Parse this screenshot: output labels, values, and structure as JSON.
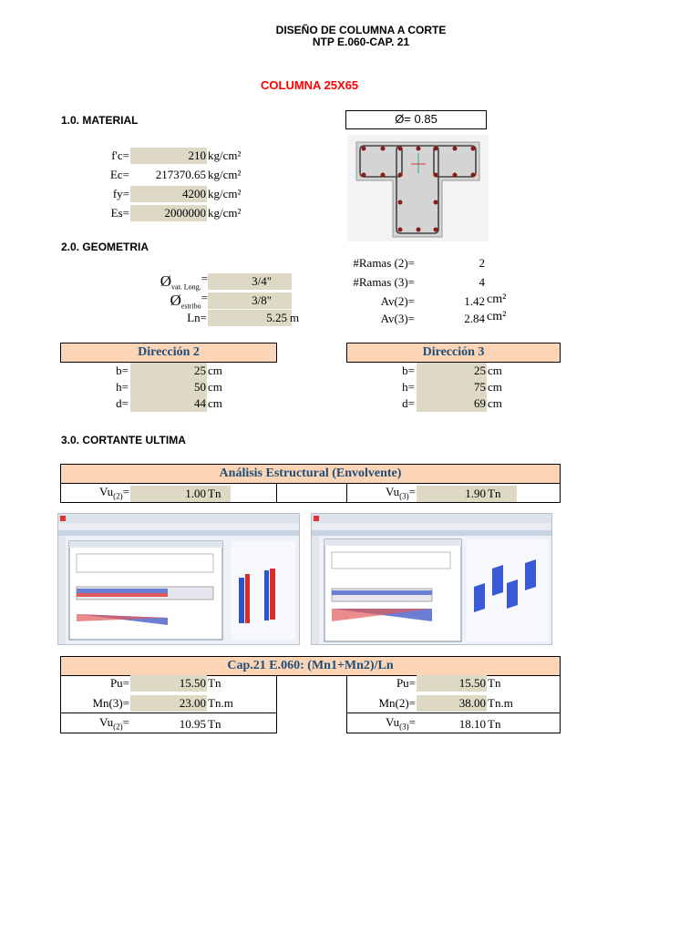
{
  "header": {
    "title1": "DISEÑO DE COLUMNA A CORTE",
    "title2": "NTP E.060-CAP. 21",
    "column_name": "COLUMNA 25X65"
  },
  "material": {
    "heading": "1.0. MATERIAL",
    "phi": "Ø= 0.85",
    "rows": [
      {
        "label": "f'c=",
        "value": "210",
        "unit": "kg/cm²"
      },
      {
        "label": "Ec=",
        "value": "217370.65",
        "unit": "kg/cm²"
      },
      {
        "label": "fy=",
        "value": "4200",
        "unit": "kg/cm²"
      },
      {
        "label": "Es=",
        "value": "2000000",
        "unit": "kg/cm²"
      }
    ]
  },
  "geometria": {
    "heading": "2.0. GEOMETRIA",
    "phi_long": {
      "symbol": "Ø",
      "sub": "var. Long.",
      "eq": "=",
      "value": "3/4\""
    },
    "phi_estribo": {
      "symbol": "Ø",
      "sub": "estribo",
      "eq": "=",
      "value": "3/8\""
    },
    "ln": {
      "label": "Ln=",
      "value": "5.25",
      "unit": "m"
    },
    "ramas2": {
      "label": "#Ramas (2)=",
      "value": "2"
    },
    "ramas3": {
      "label": "#Ramas (3)=",
      "value": "4"
    },
    "av2": {
      "label": "Av(2)=",
      "value": "1.42",
      "unit": "cm²"
    },
    "av3": {
      "label": "Av(3)=",
      "value": "2.84",
      "unit": "cm²"
    }
  },
  "direccion2": {
    "title": "Dirección 2",
    "rows": [
      {
        "label": "b=",
        "value": "25",
        "unit": "cm"
      },
      {
        "label": "h=",
        "value": "50",
        "unit": "cm"
      },
      {
        "label": "d=",
        "value": "44",
        "unit": "cm"
      }
    ]
  },
  "direccion3": {
    "title": "Dirección 3",
    "rows": [
      {
        "label": "b=",
        "value": "25",
        "unit": "cm"
      },
      {
        "label": "h=",
        "value": "75",
        "unit": "cm"
      },
      {
        "label": "d=",
        "value": "69",
        "unit": "cm"
      }
    ]
  },
  "cortante": {
    "heading": "3.0. CORTANTE ULTIMA",
    "analysis_title": "Análisis Estructural (Envolvente)",
    "vu2": {
      "label": "Vu",
      "sub": "(2)",
      "eq": "=",
      "value": "1.00",
      "unit": "Tn"
    },
    "vu3": {
      "label": "Vu",
      "sub": "(3)",
      "eq": "=",
      "value": "1.90",
      "unit": "Tn"
    }
  },
  "cap21": {
    "title": "Cap.21 E.060: (Mn1+Mn2)/Ln",
    "left": {
      "pu": {
        "label": "Pu=",
        "value": "15.50",
        "unit": "Tn"
      },
      "mn": {
        "label": "Mn(3)=",
        "value": "23.00",
        "unit": "Tn.m"
      },
      "vu": {
        "label": "Vu",
        "sub": "(2)",
        "eq": "=",
        "value": "10.95",
        "unit": "Tn"
      }
    },
    "right": {
      "pu": {
        "label": "Pu=",
        "value": "15.50",
        "unit": "Tn"
      },
      "mn": {
        "label": "Mn(2)=",
        "value": "38.00",
        "unit": "Tn.m"
      },
      "vu": {
        "label": "Vu",
        "sub": "(3)",
        "eq": "=",
        "value": "18.10",
        "unit": "Tn"
      }
    }
  },
  "colors": {
    "cell_bg": "#ddd9c4",
    "peach": "#fbd5b5",
    "blue_title": "#1f4e79",
    "red_title": "#ff0000"
  }
}
